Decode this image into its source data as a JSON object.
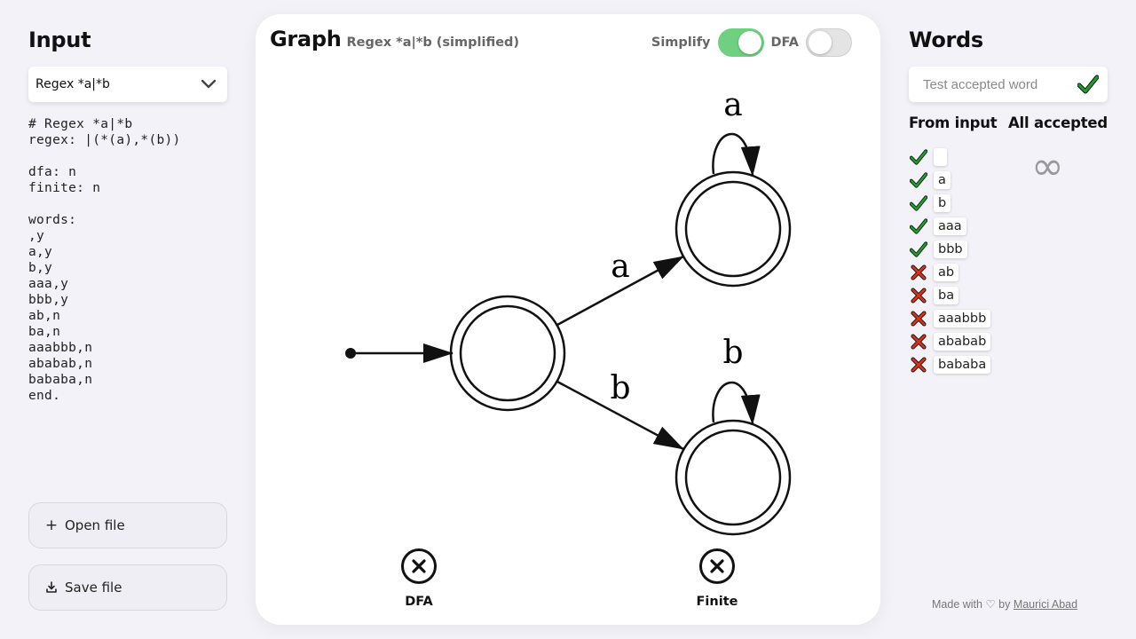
{
  "input_panel": {
    "title": "Input",
    "selected_example": "Regex *a|*b",
    "source_lines": [
      "# Regex *a|*b",
      "regex: |(*(a),*(b))",
      "",
      "dfa: n",
      "finite: n",
      "",
      "words:",
      ",y",
      "a,y",
      "b,y",
      "aaa,y",
      "bbb,y",
      "ab,n",
      "ba,n",
      "aaabbb,n",
      "ababab,n",
      "bababa,n",
      "end."
    ],
    "open_label": "Open file",
    "save_label": "Save file",
    "open_icon": "plus-icon",
    "save_icon": "download-icon"
  },
  "graph_panel": {
    "title": "Graph",
    "subtitle": "Regex *a|*b (simplified)",
    "simplify_label": "Simplify",
    "simplify_on": true,
    "dfa_label": "DFA",
    "dfa_on": false,
    "automaton": {
      "edges": [
        {
          "from": "q0",
          "to": "q1",
          "label": "a"
        },
        {
          "from": "q0",
          "to": "q2",
          "label": "b"
        },
        {
          "from": "q1",
          "to": "q1",
          "label": "a"
        },
        {
          "from": "q2",
          "to": "q2",
          "label": "b"
        }
      ]
    },
    "properties": [
      {
        "label": "DFA",
        "value": false
      },
      {
        "label": "Finite",
        "value": false
      }
    ]
  },
  "words_panel": {
    "title": "Words",
    "test_placeholder": "Test accepted word",
    "from_input_title": "From input",
    "all_accepted_title": "All accepted",
    "all_accepted_value": "∞",
    "words": [
      {
        "word": "",
        "accepted": true
      },
      {
        "word": "a",
        "accepted": true
      },
      {
        "word": "b",
        "accepted": true
      },
      {
        "word": "aaa",
        "accepted": true
      },
      {
        "word": "bbb",
        "accepted": true
      },
      {
        "word": "ab",
        "accepted": false
      },
      {
        "word": "ba",
        "accepted": false
      },
      {
        "word": "aaabbb",
        "accepted": false
      },
      {
        "word": "ababab",
        "accepted": false
      },
      {
        "word": "bababa",
        "accepted": false
      }
    ]
  },
  "footer": {
    "made_with": "Made with ♡ by",
    "author": "Maurici Abad"
  },
  "colors": {
    "accept": "#1f9d2f",
    "reject": "#d9301a",
    "toggle_on": "#6fd17f"
  }
}
